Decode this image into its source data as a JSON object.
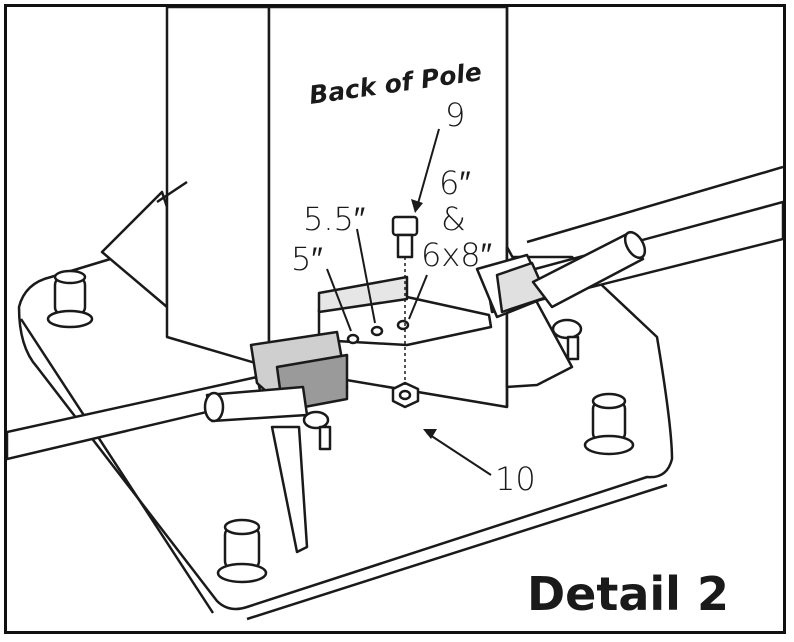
{
  "labels": {
    "back_of_pole": "Back of Pole",
    "part_9": "9",
    "part_10": "10",
    "hole_5": "5″",
    "hole_5_5": "5.5″",
    "hole_6": "6″",
    "ampersand": "&",
    "hole_6x8": "6x8″",
    "detail_title": "Detail 2"
  }
}
